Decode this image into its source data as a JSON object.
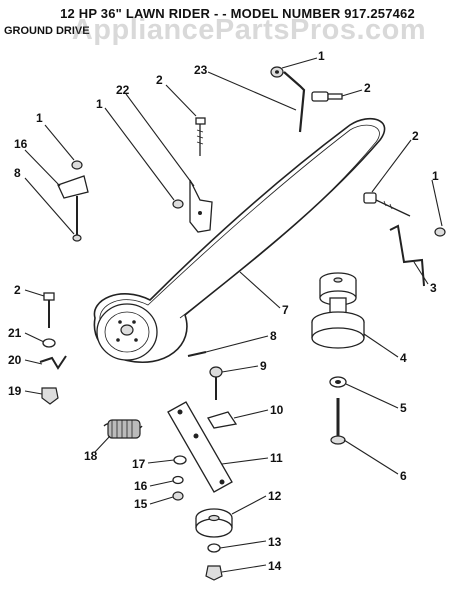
{
  "title": "12 HP 36\" LAWN RIDER - - MODEL NUMBER 917.257462",
  "subtitle": "GROUND DRIVE",
  "watermark": "AppliancePartsPros.com",
  "callouts": [
    "1",
    "2",
    "23",
    "2",
    "1",
    "22",
    "16",
    "8",
    "2",
    "1",
    "3",
    "2",
    "21",
    "20",
    "19",
    "7",
    "8",
    "9",
    "4",
    "5",
    "10",
    "18",
    "17",
    "11",
    "16",
    "15",
    "12",
    "13",
    "14",
    "6",
    "1"
  ]
}
